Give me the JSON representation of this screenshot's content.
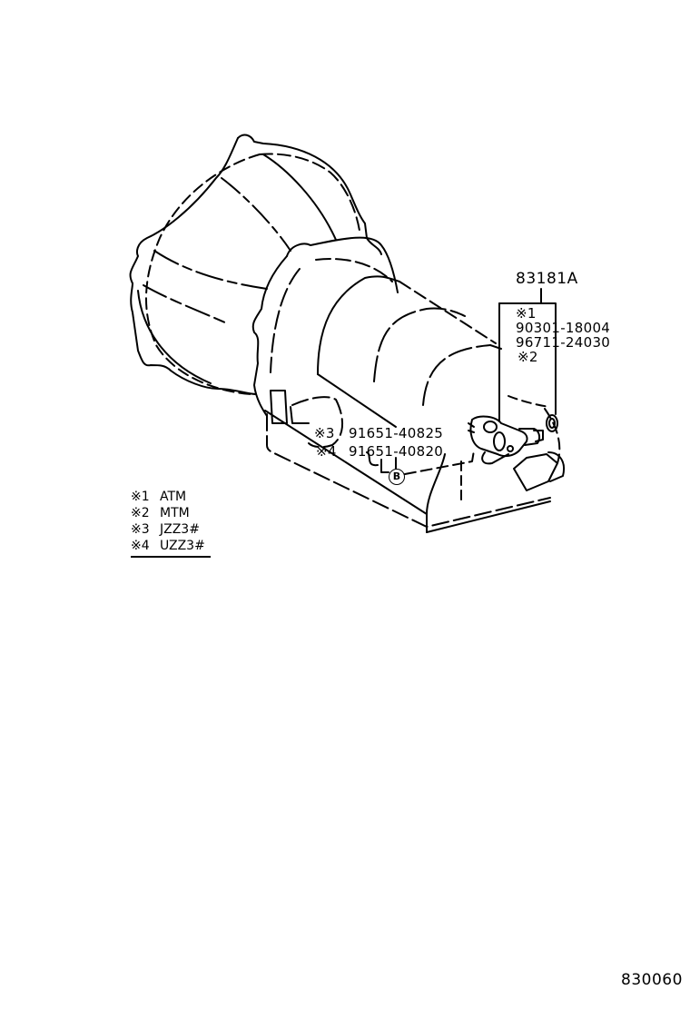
{
  "diagram": {
    "subject": "automatic transmission assembly with speed sensor",
    "figure_number": "830060",
    "callouts": {
      "part_group": "83181A",
      "atm_note": "※1",
      "atm_parts": [
        "90301-18004",
        "96711-24030"
      ],
      "mtm_note": "※2",
      "jzz3_note": "※3",
      "jzz3_part": "91651-40825",
      "uzz3_note": "※4",
      "uzz3_part": "91651-40820",
      "bolt_ref": "B"
    },
    "legend": [
      {
        "mark": "※1",
        "meaning": "ATM"
      },
      {
        "mark": "※2",
        "meaning": "MTM"
      },
      {
        "mark": "※3",
        "meaning": "JZZ3#"
      },
      {
        "mark": "※4",
        "meaning": "UZZ3#"
      }
    ],
    "colors": {
      "line": "#000000",
      "background": "#ffffff"
    }
  }
}
